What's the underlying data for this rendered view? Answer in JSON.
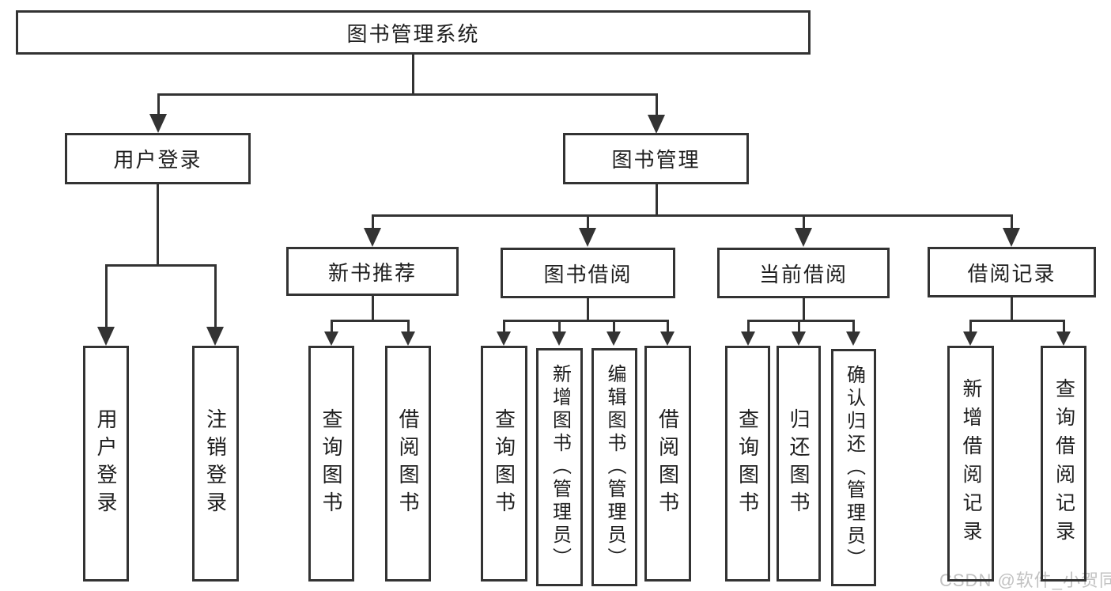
{
  "colors": {
    "line": "#333333",
    "text": "#1f1f1f",
    "watermark": "#c2c2c2",
    "background": "#ffffff"
  },
  "watermark": {
    "text": "CSDN @软件_小贺同学"
  },
  "tree": {
    "root": {
      "label": "图书管理系统"
    },
    "children": [
      {
        "label": "用户登录",
        "children": [
          {
            "label": "用户登录"
          },
          {
            "label": "注销登录"
          }
        ]
      },
      {
        "label": "图书管理",
        "children": [
          {
            "label": "新书推荐",
            "children": [
              {
                "label": "查询图书"
              },
              {
                "label": "借阅图书"
              }
            ]
          },
          {
            "label": "图书借阅",
            "children": [
              {
                "label": "查询图书"
              },
              {
                "label": "新增图书（管理员）"
              },
              {
                "label": "编辑图书（管理员）"
              },
              {
                "label": "借阅图书"
              }
            ]
          },
          {
            "label": "当前借阅",
            "children": [
              {
                "label": "查询图书"
              },
              {
                "label": "归还图书"
              },
              {
                "label": "确认归还（管理员）"
              }
            ]
          },
          {
            "label": "借阅记录",
            "children": [
              {
                "label": "新增借阅记录"
              },
              {
                "label": "查询借阅记录"
              }
            ]
          }
        ]
      }
    ]
  }
}
